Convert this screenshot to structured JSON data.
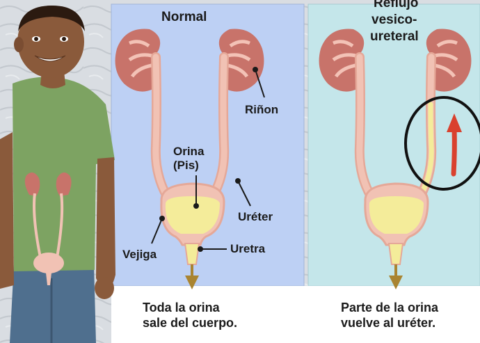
{
  "normal_panel": {
    "title": "Normal",
    "labels": {
      "kidney": "Riñon",
      "urine_line1": "Orina",
      "urine_line2": "(Pis)",
      "ureter": "Uréter",
      "bladder": "Vejiga",
      "urethra": "Uretra"
    },
    "caption_line1": "Toda la orina",
    "caption_line2": "sale del cuerpo."
  },
  "reflux_panel": {
    "title_line1": "Reflujo",
    "title_line2": "vesico-",
    "title_line3": "ureteral",
    "caption_line1": "Parte de la orina",
    "caption_line2": "vuelve al uréter."
  },
  "colors": {
    "panel_normal": "#bdd0f4",
    "panel_reflux": "#c4e6ea",
    "kidney": "#c8736a",
    "kidney_inner": "#f3c2b6",
    "tube": "#f1c2b4",
    "urine": "#f4ec9a",
    "arrow_down": "#a98431",
    "reflux_arrow": "#d9412e",
    "shirt": "#7da362",
    "skin": "#8a5a3b",
    "jeans": "#4f6f8e"
  }
}
